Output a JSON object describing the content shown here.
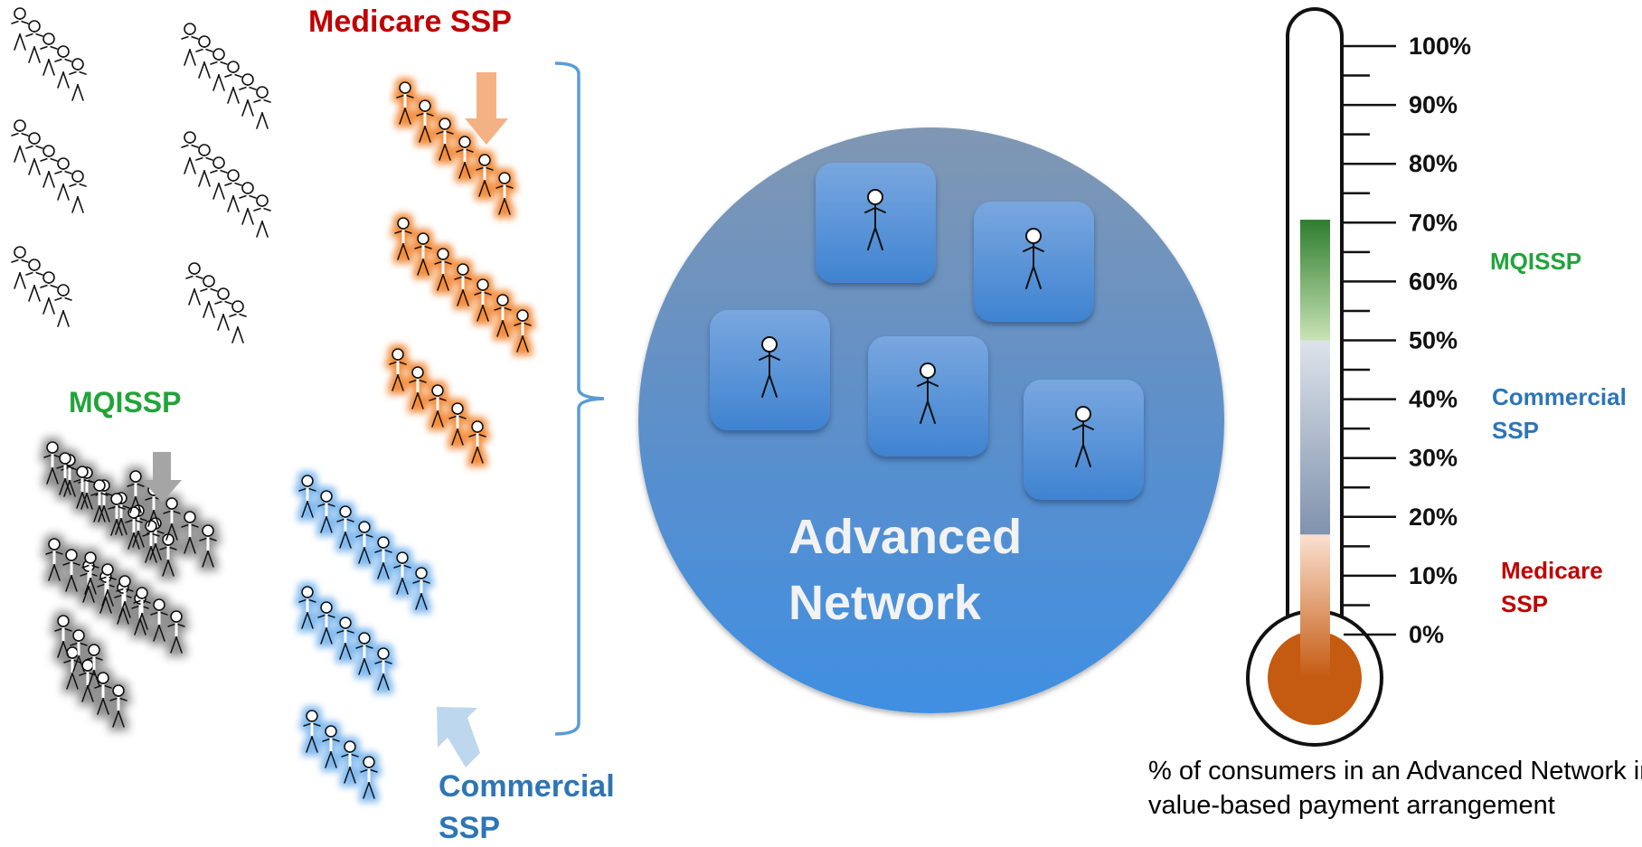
{
  "labels": {
    "medicare_top": "Medicare SSP",
    "mqissp_left": "MQISSP",
    "commercial_bottom_1": "Commercial",
    "commercial_bottom_2": "SSP",
    "network_1": "Advanced",
    "network_2": "Network"
  },
  "thermometer": {
    "ticks": [
      "100%",
      "90%",
      "80%",
      "70%",
      "60%",
      "50%",
      "40%",
      "30%",
      "20%",
      "10%",
      "0%"
    ],
    "segments": [
      {
        "name": "Medicare SSP",
        "from": 0,
        "to": 17,
        "color": "#c55a11"
      },
      {
        "name": "Commercial SSP",
        "from": 17,
        "to": 50,
        "color": "#8497b0"
      },
      {
        "name": "MQISSP",
        "from": 50,
        "to": 70.5,
        "color": "#3a8a2a"
      }
    ],
    "legend": {
      "mqissp": "MQISSP",
      "commercial_1": "Commercial",
      "commercial_2": "SSP",
      "medicare_1": "Medicare",
      "medicare_2": "SSP"
    },
    "caption_1": "% of consumers in an Advanced Network in",
    "caption_2": "value-based payment arrangement"
  },
  "colors": {
    "medicare": "#c00000",
    "mqissp": "#22a33a",
    "commercial": "#2e75b6",
    "orange_glow": "#f4a460",
    "blue_glow": "#9dc3e6",
    "gray_glow": "#a6a6a6",
    "bracket": "#5b9bd5",
    "network_circle": "#5b87c5"
  },
  "icons": [
    "person-icon",
    "down-arrow-icon",
    "diagonal-arrow-icon",
    "bracket-icon",
    "thermometer-icon"
  ]
}
